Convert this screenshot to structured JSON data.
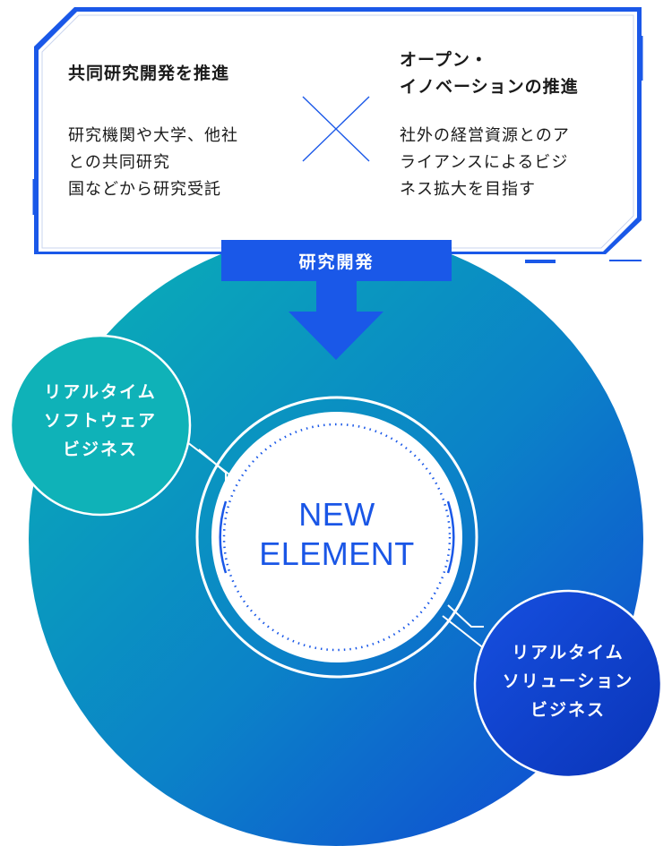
{
  "colors": {
    "primary_blue": "#1a58e8",
    "gradient_teal": "#0aa9b8",
    "gradient_blue": "#0f4fd6",
    "left_circle_teal": "#0fb1b8",
    "right_circle_blue": "#1140c8"
  },
  "top_box": {
    "left": {
      "heading": "共同研究開発を推進",
      "body": "研究機関や大学、他社\nとの共同研究\n国などから研究受託"
    },
    "cross_icon": "x-cross-icon",
    "right": {
      "heading": "オープン・\nイノベーションの推進",
      "body": "社外の経営資源とのア\nライアンスによるビジ\nネス拡大を目指す"
    }
  },
  "rd_tab": {
    "label": "研究開発",
    "arrow_icon": "down-arrow-icon"
  },
  "center": {
    "line1": "NEW",
    "line2": "ELEMENT"
  },
  "satellites": {
    "left": "リアルタイム\nソフトウェア\nビジネス",
    "right": "リアルタイム\nソリューション\nビジネス"
  }
}
